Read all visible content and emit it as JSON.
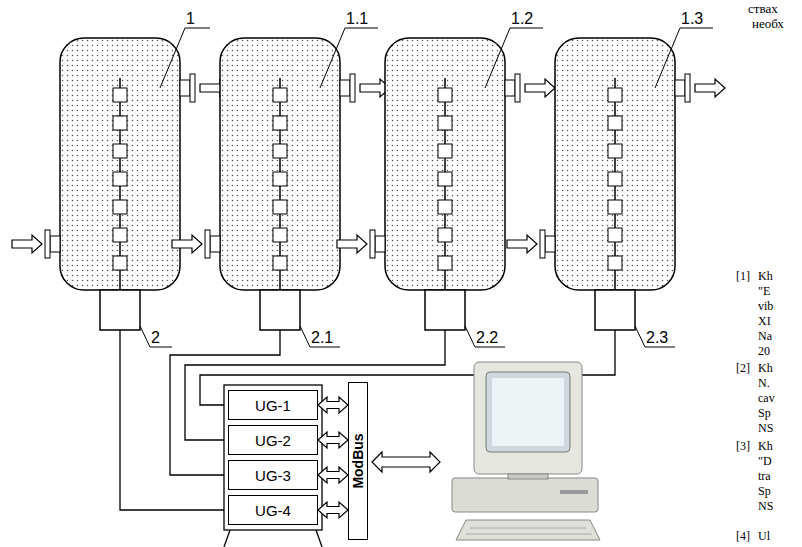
{
  "diagram": {
    "nodes": [
      {
        "text": [
          "UG-1"
        ]
      },
      {
        "text": [
          "UG-2"
        ]
      },
      {
        "text": [
          "UG-3"
        ]
      },
      {
        "text": [
          "UG-4"
        ]
      },
      {
        "text": [
          "ModBus"
        ]
      }
    ],
    "edges": [
      {
        "from": 0,
        "to": 4,
        "arrow": "both"
      },
      {
        "from": 1,
        "to": 4,
        "arrow": "both"
      },
      {
        "from": 2,
        "to": 4,
        "arrow": "both"
      },
      {
        "from": 3,
        "to": 4,
        "arrow": "both"
      }
    ],
    "labels": [
      "1",
      "1.1",
      "1.2",
      "1.3",
      "2",
      "2.1",
      "2.2",
      "2.3",
      "ствах",
      "необх",
      "[1]",
      "Kh",
      "\"E",
      "vib",
      "XI",
      "Na",
      "20",
      "[2]",
      "Kh",
      "N.",
      "cav",
      "Sp",
      "NS",
      "[3]",
      "Kh",
      "\"D",
      "tra",
      "Sp",
      "NS",
      "[4]",
      "Ul"
    ]
  }
}
